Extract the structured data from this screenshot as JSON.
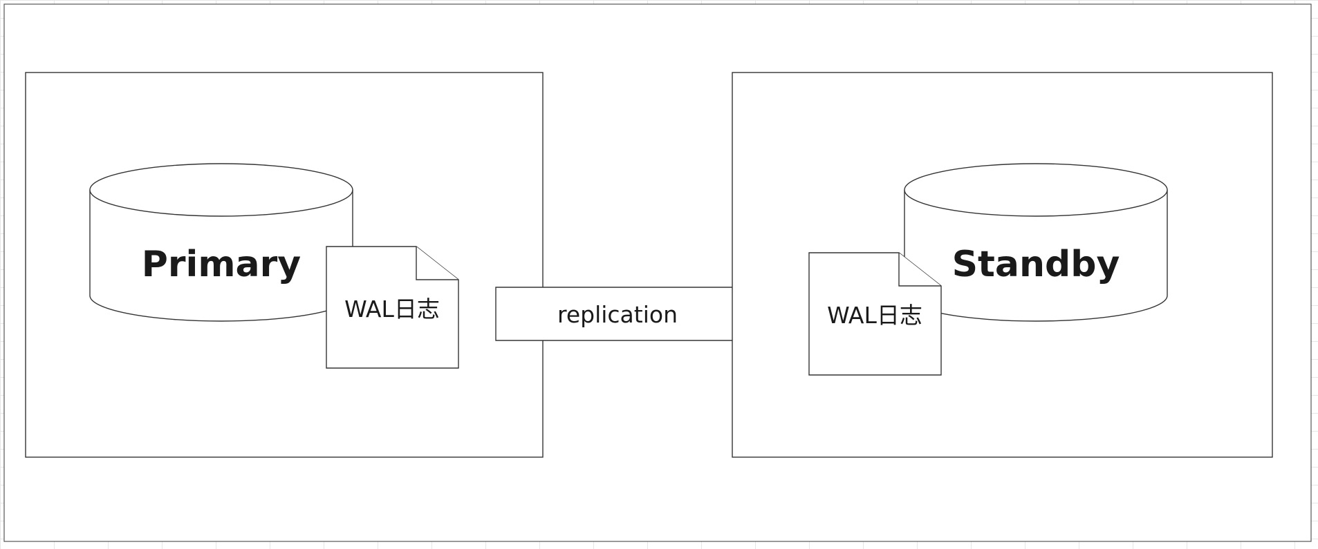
{
  "primary": {
    "label": "Primary",
    "log_label": "WAL日志"
  },
  "standby": {
    "label": "Standby",
    "log_label": "WAL日志"
  },
  "arrow": {
    "label": "replication"
  },
  "colors": {
    "stroke": "#333333",
    "fill": "#ffffff",
    "text": "#1a1a1a"
  }
}
